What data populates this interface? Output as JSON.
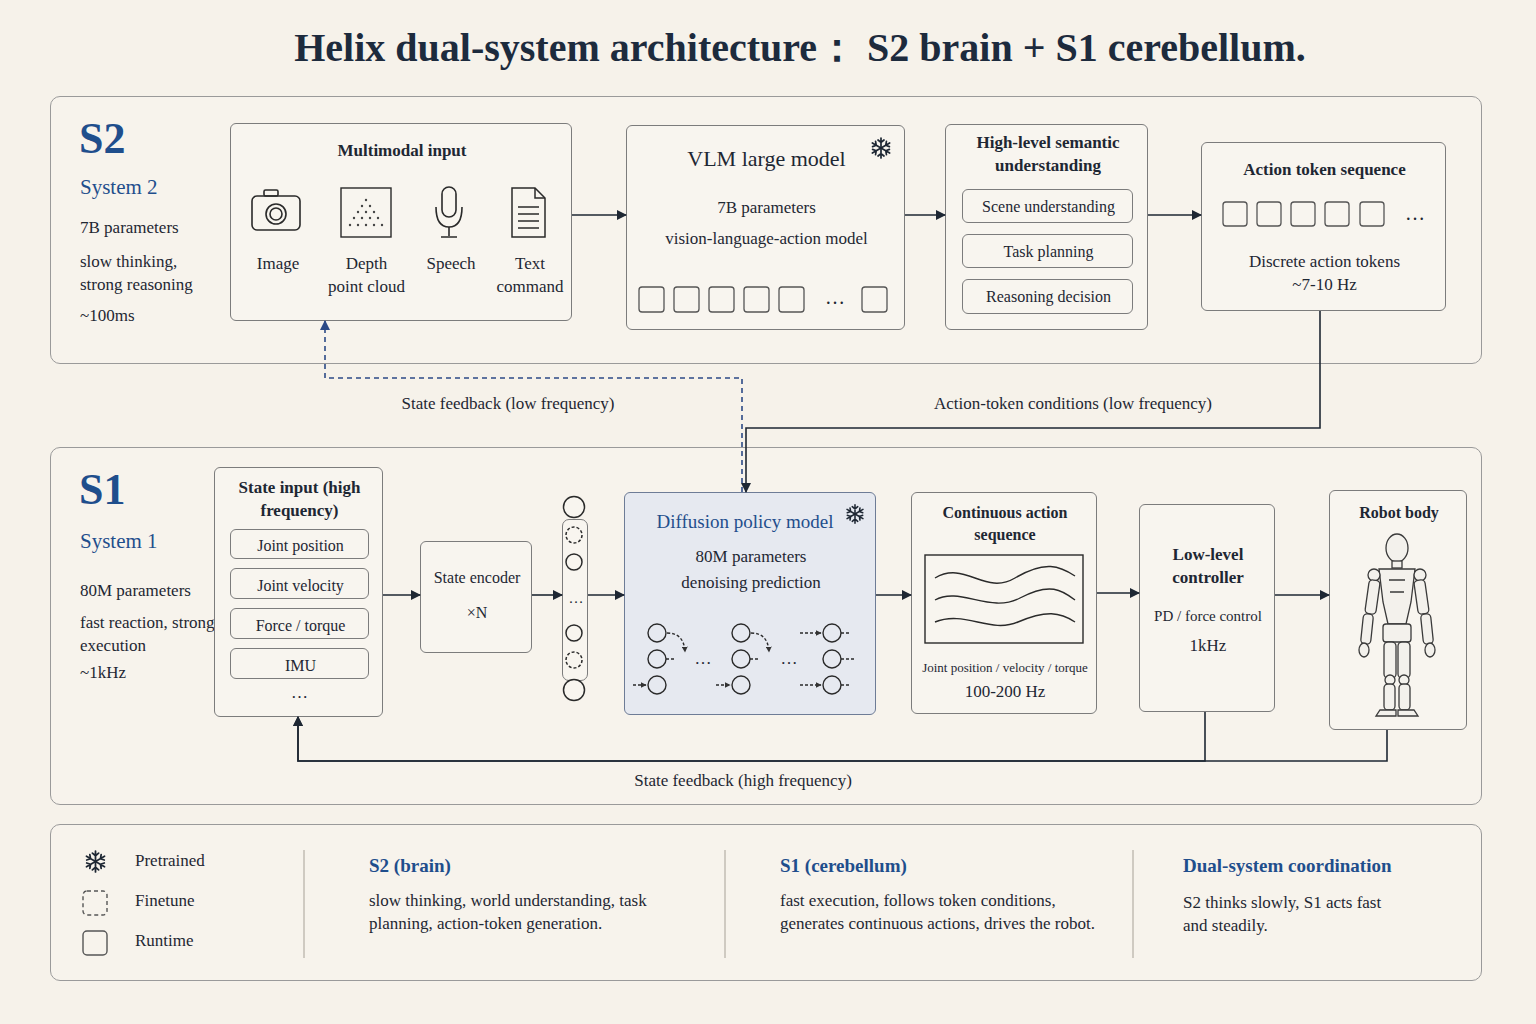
{
  "diagram": {
    "title": "Helix dual-system architecture： S2 brain + S1 cerebellum.",
    "nodes": [
      {
        "text": [
          "S2",
          "System 2",
          "7B parameters",
          "slow thinking, strong reasoning",
          "~100ms"
        ]
      },
      {
        "text": [
          "Multimodal input",
          "Image",
          "Depth point cloud",
          "Speech",
          "Text command"
        ],
        "in": 0
      },
      {
        "text": [
          "VLM large model",
          "7B parameters",
          "vision-language-action model",
          "…"
        ],
        "in": 0
      },
      {
        "text": [
          "High-level semantic understanding"
        ],
        "in": 0
      },
      {
        "text": [
          "Scene understanding"
        ],
        "in": 3
      },
      {
        "text": [
          "Task planning"
        ],
        "in": 3
      },
      {
        "text": [
          "Reasoning decision"
        ],
        "in": 3
      },
      {
        "text": [
          "Action token sequence",
          "…",
          "Discrete action tokens ~7-10 Hz"
        ],
        "in": 0
      },
      {
        "text": [
          "S1",
          "System 1",
          "80M parameters",
          "fast reaction, strong execution",
          "~1kHz"
        ]
      },
      {
        "text": [
          "State input (high frequency)",
          "…"
        ],
        "in": 8
      },
      {
        "text": [
          "Joint position"
        ],
        "in": 9
      },
      {
        "text": [
          "Joint velocity"
        ],
        "in": 9
      },
      {
        "text": [
          "Force / torque"
        ],
        "in": 9
      },
      {
        "text": [
          "IMU"
        ],
        "in": 9
      },
      {
        "text": [
          "State encoder",
          "×N"
        ],
        "in": 8
      },
      {
        "text": [
          "…"
        ],
        "in": 8
      },
      {
        "text": [
          "Diffusion policy model",
          "80M parameters",
          "denoising prediction",
          "…",
          "…"
        ],
        "in": 8
      },
      {
        "text": [
          "Continuous action sequence",
          "Joint position / velocity / torque",
          "100-200 Hz"
        ],
        "in": 8
      },
      {
        "text": [
          "Low-level controller",
          "PD / force control",
          "1kHz"
        ],
        "in": 8
      },
      {
        "text": [
          "Robot body"
        ],
        "in": 8
      },
      {
        "text": [
          "S2 (brain)",
          "slow thinking, world understanding, task planning, action-token generation.",
          "S1 (cerebellum)",
          "fast execution, follows token conditions, generates continuous actions, drives the robot.",
          "Dual-system coordination",
          "S2 thinks slowly, S1 acts fast and steadily."
        ]
      }
    ],
    "edges": [
      {
        "from": 1,
        "to": 2,
        "arrow": "to"
      },
      {
        "from": 2,
        "to": 3,
        "arrow": "to"
      },
      {
        "from": 3,
        "to": 7,
        "arrow": "to"
      },
      {
        "from": 7,
        "to": 16,
        "label": "Action-token conditions (low frequency)",
        "arrow": "to"
      },
      {
        "from": 16,
        "to": 1,
        "label": "State feedback (low frequency)",
        "arrow": "to"
      },
      {
        "from": 9,
        "to": 14,
        "arrow": "to"
      },
      {
        "from": 14,
        "to": 15,
        "arrow": "to"
      },
      {
        "from": 15,
        "to": 16,
        "arrow": "to"
      },
      {
        "from": 16,
        "to": 17,
        "arrow": "to"
      },
      {
        "from": 17,
        "to": 18,
        "arrow": "to"
      },
      {
        "from": 18,
        "to": 19,
        "arrow": "to"
      },
      {
        "from": 18,
        "to": 9,
        "arrow": "to"
      },
      {
        "from": 19,
        "to": 9,
        "label": "State feedback (high frequency)",
        "arrow": "to"
      }
    ],
    "legend": [
      {
        "text": "Pretrained"
      },
      {
        "text": "Finetune"
      },
      {
        "text": "Runtime"
      }
    ]
  }
}
